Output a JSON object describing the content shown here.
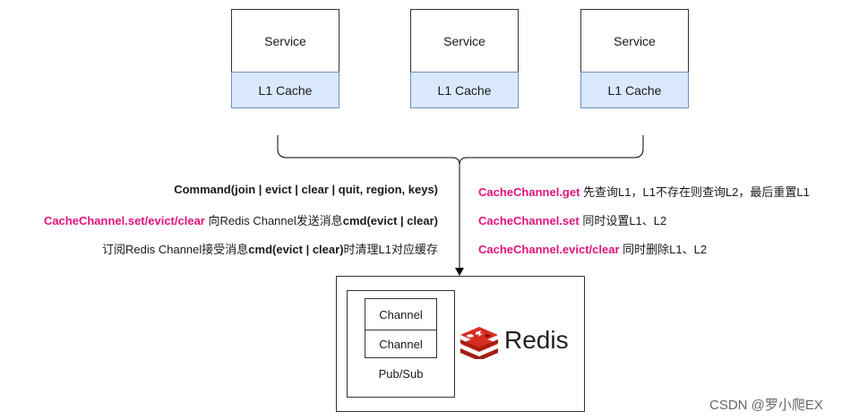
{
  "services": [
    {
      "service_label": "Service",
      "cache_label": "L1 Cache"
    },
    {
      "service_label": "Service",
      "cache_label": "L1 Cache"
    },
    {
      "service_label": "Service",
      "cache_label": "L1 Cache"
    }
  ],
  "left_notes": {
    "line1": "Command(join | evict | clear | quit, region, keys)",
    "line2_pink": "CacheChannel.set/evict/clear",
    "line2_a": " 向Redis Channel发送消息",
    "line2_b": "cmd(evict | clear)",
    "line3_a": "订阅Redis Channel接受消息",
    "line3_b": "cmd(evict | clear)",
    "line3_c": "时清理L1对应缓存"
  },
  "right_notes": {
    "get_pink": "CacheChannel.get",
    "get_text": " 先查询L1，L1不存在则查询L2，最后重置L1",
    "set_pink": "CacheChannel.set",
    "set_text": " 同时设置L1、L2",
    "evict_pink": "CacheChannel.evict/clear",
    "evict_text": " 同时删除L1、L2"
  },
  "redis": {
    "channels": [
      "Channel",
      "Channel"
    ],
    "pubsub_label": "Pub/Sub",
    "logo_text": "Redis",
    "logo_color": "#d82c20"
  },
  "watermark": "CSDN @罗小爬EX"
}
